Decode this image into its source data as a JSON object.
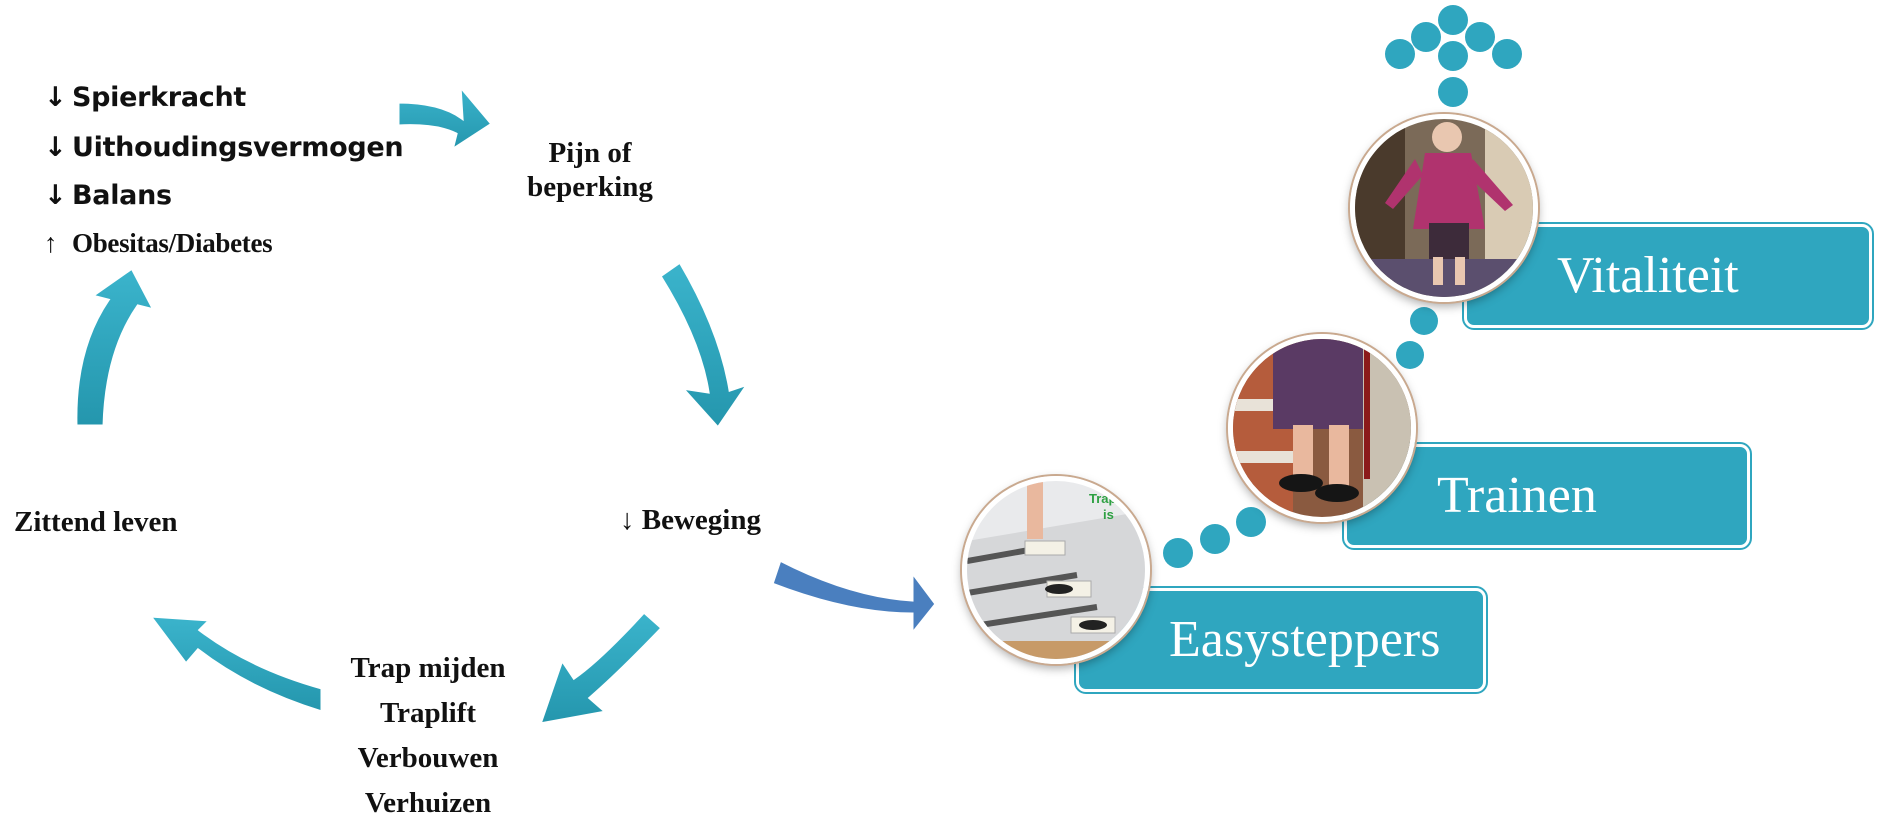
{
  "cycle": {
    "risks": [
      {
        "arrow": "↓",
        "label": "Spierkracht"
      },
      {
        "arrow": "↓",
        "label": "Uithoudingsvermogen"
      },
      {
        "arrow": "↓",
        "label": "Balans"
      },
      {
        "arrow": "↑",
        "label": "Obesitas/Diabetes"
      }
    ],
    "pain": [
      "Pijn  of",
      "beperking"
    ],
    "movement": "↓ Beweging",
    "sitting": "Zittend leven",
    "actions": [
      "Trap mijden",
      "Traplift",
      "Verbouwen",
      "Verhuizen"
    ]
  },
  "steps": [
    {
      "label": "Easysteppers",
      "photo": "stairs-with-easysteppers-photo"
    },
    {
      "label": "Trainen",
      "photo": "woman-training-on-stairs-photo"
    },
    {
      "label": "Vitaliteit",
      "photo": "vital-elderly-woman-photo"
    }
  ],
  "colors": {
    "teal": "#2fa6bf",
    "blue_arrow": "#4a7fbf",
    "dots": "#2fa6bf"
  }
}
